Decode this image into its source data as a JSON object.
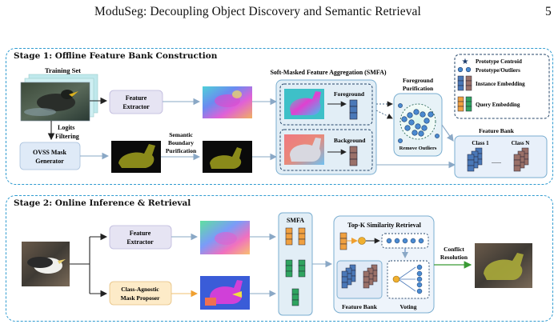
{
  "header": {
    "title": "ModuSeg: Decoupling Object Discovery and Semantic Retrieval",
    "page_number": "5"
  },
  "stage1": {
    "title": "Stage 1: Offline Feature Bank Construction",
    "training_set": "Training Set",
    "feature_extractor": [
      "Feature",
      "Extractor"
    ],
    "logits_filtering": [
      "Logits",
      "Filtering"
    ],
    "ovss": [
      "OVSS Mask",
      "Generator"
    ],
    "semantic_boundary": [
      "Semantic",
      "Boundary",
      "Purification"
    ],
    "smfa_title": "Soft-Masked Feature Aggregation (SMFA)",
    "foreground": "Foreground",
    "background": "Background",
    "fg_purification": [
      "Foreground",
      "Purification"
    ],
    "remove_outliers": "Remove Outliers",
    "feature_bank": "Feature Bank",
    "class1": "Class 1",
    "classN": "Class N",
    "dots": "......",
    "legend": {
      "centroid": "Prototype Centroid",
      "outliers": "Prototype/Outliers",
      "instance": "Instance Embedding",
      "query": "Query Embedding"
    }
  },
  "stage2": {
    "title": "Stage 2: Online Inference & Retrieval",
    "feature_extractor": [
      "Feature",
      "Extractor"
    ],
    "mask_proposer": [
      "Class-Agnostic",
      "Mask Proposer"
    ],
    "smfa": "SMFA",
    "topk": "Top-K Similarity Retrieval",
    "feature_bank": "Feature Bank",
    "voting": "Voting",
    "conflict": [
      "Conflict",
      "Resolution"
    ]
  },
  "colors": {
    "stage_border": "#2f9bd0",
    "module_fill": "#e6e4f3",
    "ovss_fill": "#dfeaf7",
    "proposer_fill": "#fdebc8",
    "smfa_fill": "#e2eef6",
    "instance_blue": "#4a78b8",
    "instance_brown": "#9a7068",
    "query_orange": "#f0a040",
    "query_green": "#2fa460"
  }
}
